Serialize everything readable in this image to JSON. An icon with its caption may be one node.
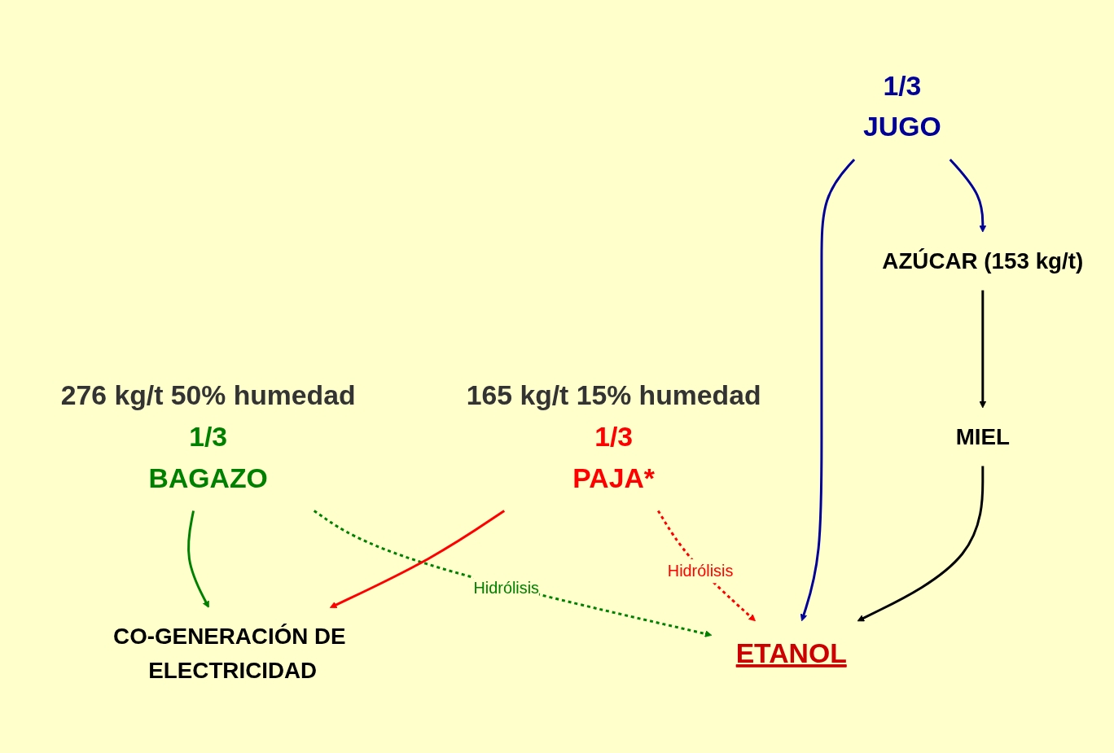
{
  "diagram": {
    "nodes": [
      {
        "text": [
          "1/3",
          "JUGO"
        ]
      },
      {
        "text": [
          "1/3",
          "BAGAZO"
        ],
        "beside": [
          "276 kg/t 50% humedad"
        ]
      },
      {
        "text": [
          "1/3",
          "PAJA*"
        ],
        "beside": [
          "165 kg/t 15% humedad"
        ]
      },
      {
        "text": [
          "AZÚCAR (153 kg/t)"
        ]
      },
      {
        "text": [
          "ETANOL"
        ]
      },
      {
        "text": [
          "CO-GENERACIÓN DE ELECTRICIDAD"
        ]
      },
      {
        "text": [
          "MIEL"
        ]
      }
    ],
    "edges": [
      {
        "from": 0,
        "to": 3,
        "arrow": "to",
        "color": "#000099"
      },
      {
        "from": 0,
        "to": 4,
        "arrow": "to",
        "color": "#000099"
      },
      {
        "from": 1,
        "to": 4,
        "arrow": "to",
        "label": "Hidrólisis",
        "style": "dashed",
        "color": "#008000"
      },
      {
        "from": 1,
        "to": 5,
        "arrow": "to",
        "color": "#008000"
      },
      {
        "from": 2,
        "to": 4,
        "arrow": "to",
        "label": "Hidrólisis",
        "style": "dashed",
        "color": "#ff0000"
      },
      {
        "from": 2,
        "to": 5,
        "arrow": "to",
        "color": "#ff0000"
      },
      {
        "from": 3,
        "to": 6,
        "arrow": "to",
        "color": "#000000"
      },
      {
        "from": 6,
        "to": 4,
        "arrow": "to",
        "color": "#000000"
      }
    ]
  }
}
